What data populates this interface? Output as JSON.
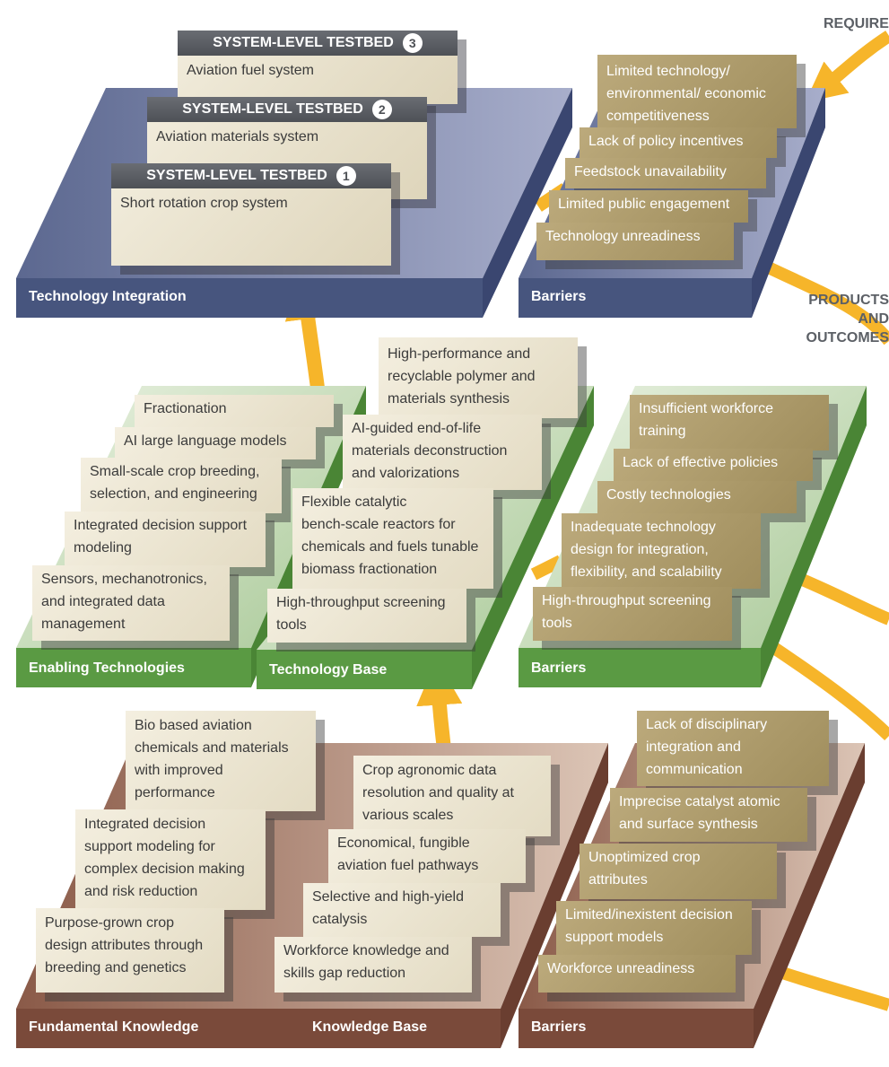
{
  "side_labels": {
    "required": "REQUIRED",
    "products": "PRODUCTS\nAND OUTCOMES"
  },
  "top": {
    "integration_label": "Technology Integration",
    "barriers_label": "Barriers",
    "testbeds": [
      {
        "title": "SYSTEM-LEVEL TESTBED",
        "number": "3",
        "text": "Aviation fuel system"
      },
      {
        "title": "SYSTEM-LEVEL TESTBED",
        "number": "2",
        "text": "Aviation materials system"
      },
      {
        "title": "SYSTEM-LEVEL TESTBED",
        "number": "1",
        "text": "Short rotation crop system"
      }
    ],
    "barriers": [
      "Limited technology/\nenvironmental/ economic\ncompetitiveness",
      "Lack of policy incentives",
      "Feedstock unavailability",
      "Limited public engagement",
      "Technology unreadiness"
    ]
  },
  "middle": {
    "enabling_label": "Enabling Technologies",
    "base_label": "Technology Base",
    "barriers_label": "Barriers",
    "enabling": [
      "Fractionation",
      "AI large language models",
      "Small-scale crop breeding,\nselection, and engineering",
      "Integrated decision support\nmodeling",
      "Sensors, mechanotronics,\nand integrated data\nmanagement"
    ],
    "base": [
      "High-performance and\nrecyclable polymer and\nmaterials synthesis",
      "AI-guided end-of-life\nmaterials deconstruction\nand valorizations",
      "Flexible catalytic\nbench-scale reactors for\nchemicals and fuels tunable\nbiomass fractionation",
      "High-throughput screening\ntools"
    ],
    "barriers": [
      "Insufficient workforce\ntraining",
      "Lack of effective policies",
      "Costly technologies",
      "Inadequate technology\ndesign for integration,\nflexibility, and scalability",
      "High-throughput screening\ntools"
    ]
  },
  "bottom": {
    "fundamental_label": "Fundamental Knowledge",
    "base_label": "Knowledge Base",
    "barriers_label": "Barriers",
    "fundamental": [
      "Bio based aviation\nchemicals and materials\nwith improved\nperformance",
      "Integrated decision\nsupport modeling for\ncomplex decision making\nand risk reduction",
      "Purpose-grown crop\ndesign attributes through\nbreeding and genetics"
    ],
    "base": [
      "Crop agronomic data\nresolution and quality at\nvarious scales",
      "Economical, fungible\naviation fuel pathways",
      "Selective and high-yield\ncatalysis",
      "Workforce knowledge and\nskills gap reduction"
    ],
    "barriers": [
      "Lack of disciplinary\nintegration and\ncommunication",
      "Imprecise catalyst atomic\nand surface synthesis",
      "Unoptimized crop\nattributes",
      "Limited/inexistent decision\nsupport models",
      "Workforce unreadiness"
    ]
  },
  "colors": {
    "blue_top": "#a8aecb",
    "blue_bottom": "#47557e",
    "green_top": "#cfe0c4",
    "green_bottom": "#5a9a43",
    "brown_top": "#d8bfae",
    "brown_bottom": "#7a4a3a",
    "arrow": "#f6b52a"
  }
}
